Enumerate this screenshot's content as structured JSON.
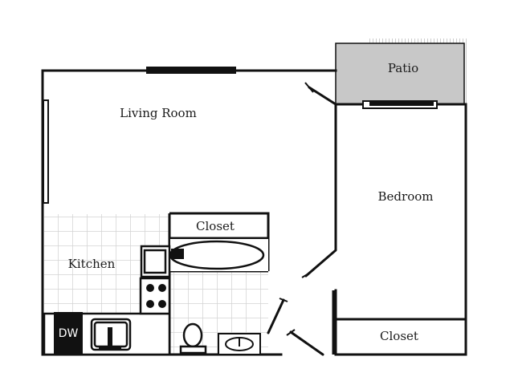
{
  "rooms": {
    "living_room": "Living Room",
    "patio": "Patio",
    "bedroom": "Bedroom",
    "kitchen": "Kitchen",
    "bath_closet": "Closet",
    "bedroom_closet": "Closet"
  },
  "fixtures": {
    "dishwasher": "DW"
  },
  "colors": {
    "wall": "#111111",
    "patio_fill": "#c8c8c8",
    "tile_grid": "#d4d4d4",
    "dishwasher_fill": "#111111",
    "background": "#ffffff"
  }
}
